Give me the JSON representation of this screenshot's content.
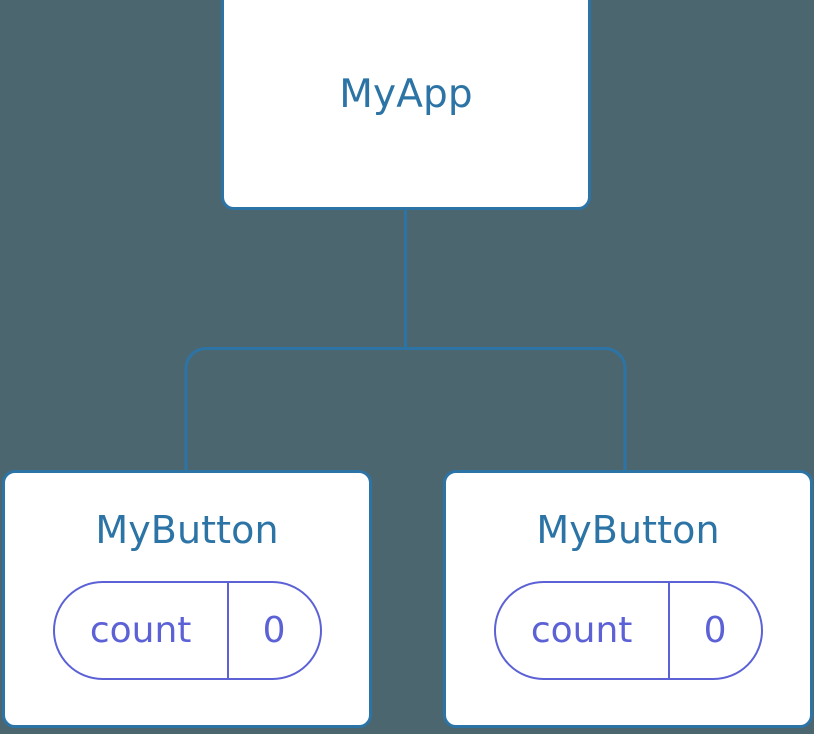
{
  "diagram": {
    "type": "component-tree",
    "background_color": "#4c6670",
    "node_border_color": "#2d74a6",
    "node_fill_color": "#ffffff",
    "node_title_color": "#2d74a6",
    "state_color": "#5c62d6",
    "connector_color": "#2d74a6",
    "root": {
      "label": "MyApp"
    },
    "children": [
      {
        "label": "MyButton",
        "state": {
          "key": "count",
          "value": "0"
        }
      },
      {
        "label": "MyButton",
        "state": {
          "key": "count",
          "value": "0"
        }
      }
    ]
  }
}
